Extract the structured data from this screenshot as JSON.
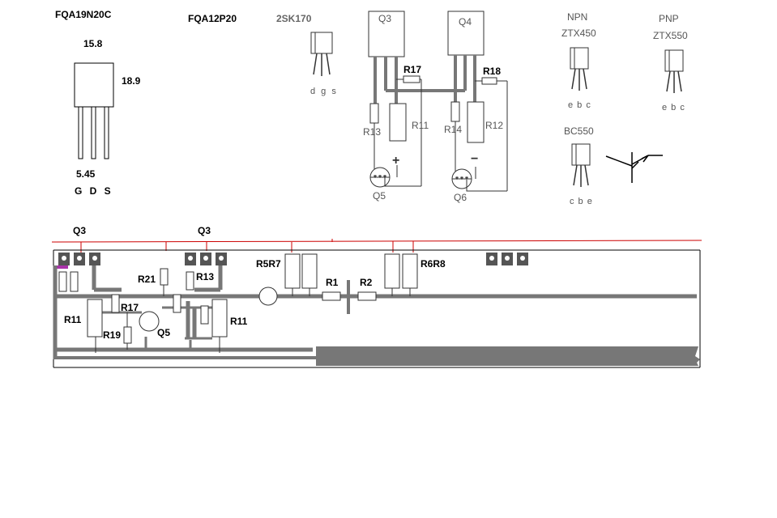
{
  "colors": {
    "trace": "#777777",
    "outline": "#000000",
    "rail": "#cc0000",
    "marker": "#aa33aa",
    "pad": "#555555"
  },
  "packages": {
    "fqa19": {
      "name": "FQA19N20C",
      "w": "15.8",
      "h": "18.9",
      "pitch": "5.45",
      "pins": "G D S"
    },
    "fqa12": {
      "name": "FQA12P20"
    },
    "jfet": {
      "name": "2SK170",
      "pins": "d g s"
    },
    "npn": {
      "type": "NPN",
      "name": "ZTX450",
      "pins": "e b c"
    },
    "pnp": {
      "type": "PNP",
      "name": "ZTX550",
      "pins": "e b c"
    },
    "bc550": {
      "name": "BC550",
      "pins": "c b e"
    }
  },
  "top_circuit": {
    "q3": "Q3",
    "q4": "Q4",
    "r17": "R17",
    "r18": "R18",
    "r13": "R13",
    "r11": "R11",
    "r14": "R14",
    "r12": "R12",
    "q5": "Q5",
    "q6": "Q6",
    "plus": "+",
    "minus": "−"
  },
  "board": {
    "q3_left": "Q3",
    "q3_mid": "Q3",
    "r21": "R21",
    "r13": "R13",
    "r17": "R17",
    "r11_left": "R11",
    "r11_right": "R11",
    "r19": "R19",
    "q5": "Q5",
    "r5r7": "R5R7",
    "r1": "R1",
    "r2": "R2",
    "r6r8": "R6R8"
  }
}
